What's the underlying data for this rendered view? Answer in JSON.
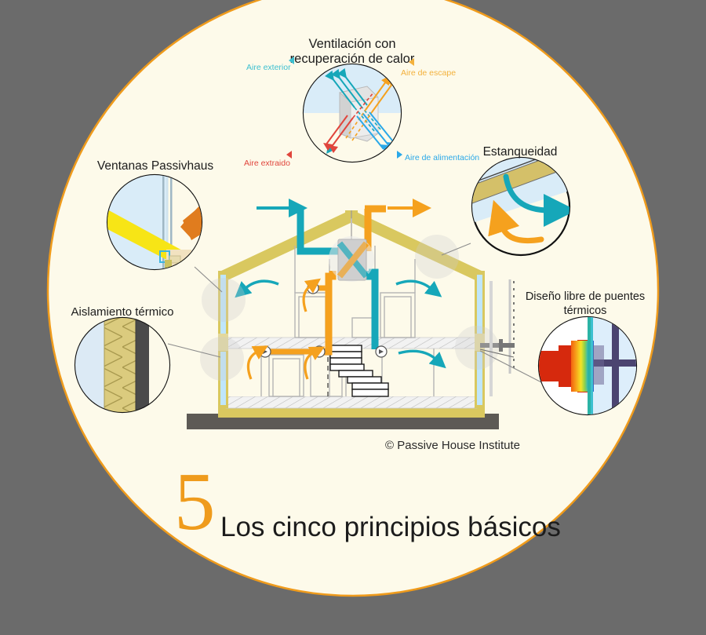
{
  "poster": {
    "background_color": "#6b6b6b",
    "disc_color": "#fdfaea",
    "disc_border_color": "#ef9b1c",
    "accent_orange": "#f5a11e",
    "accent_teal": "#16a7b9",
    "accent_khaki": "#d9ca72",
    "accent_red": "#e0453c",
    "accent_blue": "#2aa8e8"
  },
  "title": {
    "numeral": "5",
    "text": "Los cinco principios básicos"
  },
  "credit": "© Passive House Institute",
  "callouts": [
    {
      "id": "ventilation",
      "label_line1": "Ventilación con",
      "label_line2": "recuperación de calor",
      "label_full": "Ventilación con recuperación de calor"
    },
    {
      "id": "windows",
      "label_line1": "Ventanas Passivhaus",
      "label_line2": "",
      "label_full": "Ventanas Passivhaus"
    },
    {
      "id": "airtightness",
      "label_line1": "Estanqueidad",
      "label_line2": "",
      "label_full": "Estanqueidad"
    },
    {
      "id": "insulation",
      "label_line1": "Aislamiento térmico",
      "label_line2": "",
      "label_full": "Aislamiento térmico"
    },
    {
      "id": "thermal-bridge",
      "label_line1": "Diseño libre de puentes",
      "label_line2": "térmicos",
      "label_full": "Diseño libre de puentes térmicos"
    }
  ],
  "air_labels": [
    {
      "id": "outdoor-air",
      "text": "Aire exterior",
      "color": "#3cbfd0"
    },
    {
      "id": "exhaust-air",
      "text": "Aire de escape",
      "color": "#f3b13c"
    },
    {
      "id": "extract-air",
      "text": "Aire extraido",
      "color": "#e0453c"
    },
    {
      "id": "supply-air",
      "text": "Aire de alimentación",
      "color": "#2aa8e8"
    }
  ]
}
